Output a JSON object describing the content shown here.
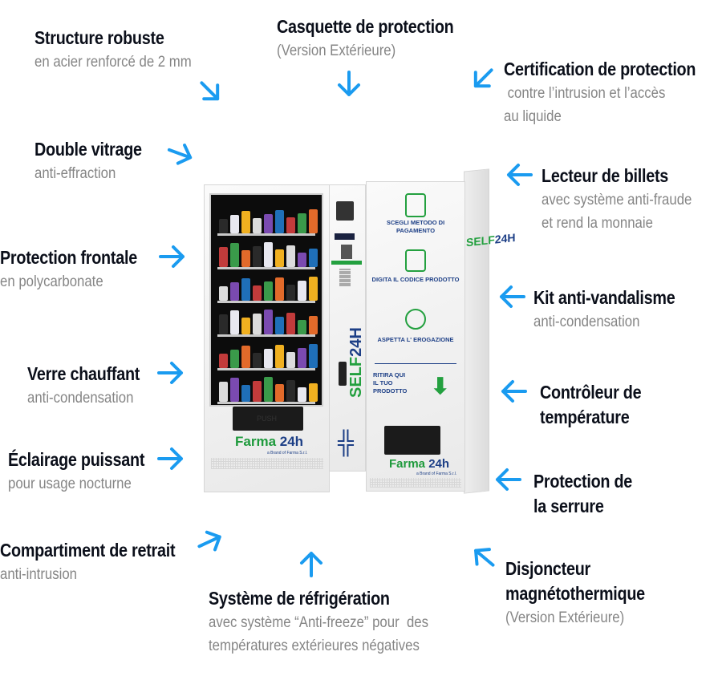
{
  "colors": {
    "arrow": "#1a9bf0",
    "title": "#0b0f1a",
    "subtitle": "#858585",
    "brand_green": "#1e9a3c",
    "brand_blue": "#1d3f86"
  },
  "features": {
    "structure": {
      "title": "Structure robuste",
      "lines": [
        "en acier renforcé de 2 mm"
      ]
    },
    "casquette": {
      "title": "Casquette de protection",
      "lines": [
        "(Version Extérieure)"
      ]
    },
    "certification": {
      "title": "Certification de protection",
      "lines": [
        " contre l’intrusion et l’accès",
        "au liquide"
      ]
    },
    "vitrage": {
      "title": "Double vitrage",
      "lines": [
        "anti-effraction"
      ]
    },
    "billets": {
      "title": "Lecteur de billets",
      "lines": [
        "avec système anti-fraude",
        "et rend la monnaie"
      ]
    },
    "frontale": {
      "title": "Protection frontale",
      "lines": [
        "en polycarbonate"
      ]
    },
    "vandalisme": {
      "title": "Kit anti-vandalisme",
      "lines": [
        "anti-condensation"
      ]
    },
    "verre": {
      "title": "Verre chauffant",
      "lines": [
        "anti-condensation"
      ]
    },
    "temperature": {
      "title_lines": [
        "Contrôleur de",
        "température"
      ]
    },
    "eclairage": {
      "title": "Éclairage puissant",
      "lines": [
        "pour usage nocturne"
      ]
    },
    "serrure": {
      "title_lines": [
        "Protection de",
        "la serrure"
      ]
    },
    "compartiment": {
      "title": "Compartiment de retrait",
      "lines": [
        "anti-intrusion"
      ]
    },
    "refrigeration": {
      "title": "Système de réfrigération",
      "lines": [
        "avec système “Anti-freeze” pour  des",
        "températures extérieures négatives"
      ]
    },
    "disjoncteur": {
      "title_lines": [
        "Disjoncteur",
        "magnétothermique"
      ],
      "lines": [
        "(Version Extérieure)"
      ]
    }
  },
  "machine": {
    "brand_a": "Farma",
    "brand_b": "24h",
    "brand_sub": "a Brand of Farma S.r.l.",
    "self_a": "SELF",
    "self_b": "24H",
    "push": "PUSH",
    "steps": [
      "SCEGLI METODO DI PAGAMENTO",
      "DIGITA IL CODICE PRODOTTO",
      "ASPETTA L' EROGAZIONE"
    ],
    "pickup": [
      "RITIRA QUI",
      "IL TUO",
      "PRODOTTO"
    ]
  }
}
